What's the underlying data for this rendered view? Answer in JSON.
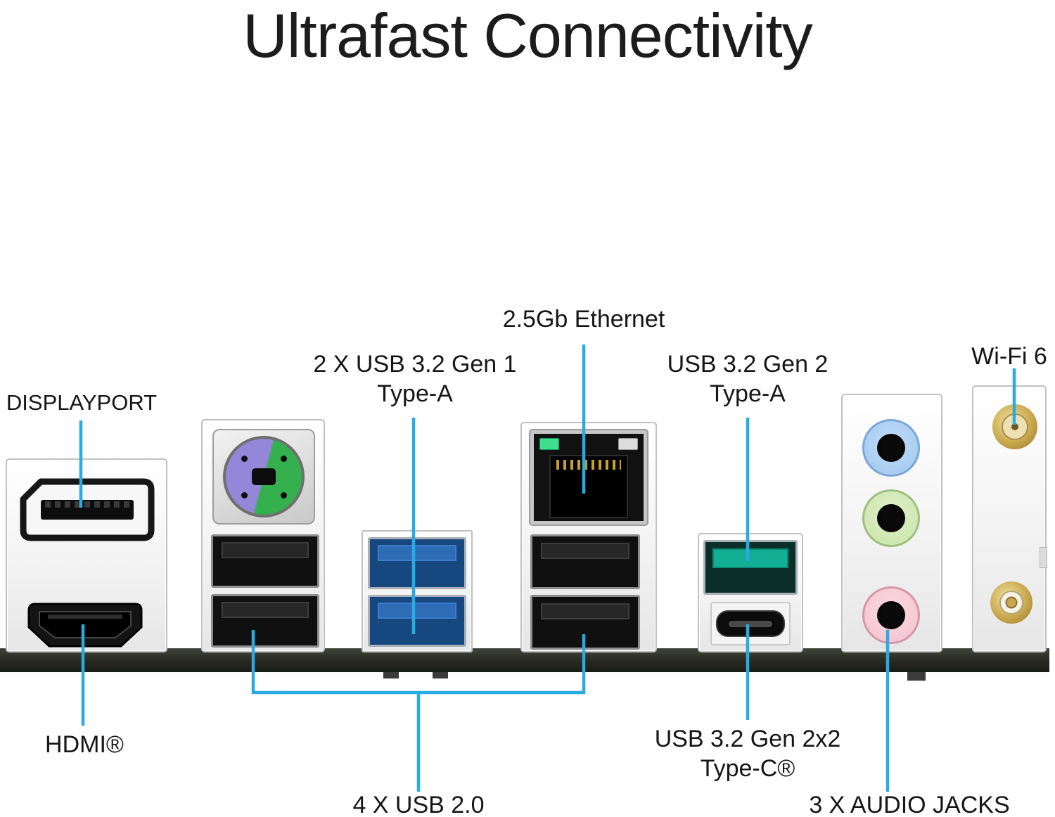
{
  "title": "Ultrafast Connectivity",
  "accent_color": "#29abe2",
  "callouts": {
    "displayport": {
      "label": "DISPLAYPORT"
    },
    "hdmi": {
      "label": "HDMI®"
    },
    "usb32_gen1": {
      "line1": "2 X USB 3.2 Gen 1",
      "line2": "Type-A"
    },
    "ethernet": {
      "label": "2.5Gb Ethernet"
    },
    "usb32_gen2": {
      "line1": "USB 3.2 Gen 2",
      "line2": "Type-A"
    },
    "wifi": {
      "label": "Wi-Fi 6"
    },
    "usb32_gen2x2": {
      "line1": "USB 3.2 Gen 2x2",
      "line2": "Type-C®"
    },
    "usb20": {
      "label": "4 X USB 2.0"
    },
    "audio": {
      "label": "3 X AUDIO JACKS"
    }
  },
  "ports": {
    "colors": {
      "usb3_blue": "#2e6cb5",
      "usb_teal": "#12af94",
      "ps2_purple": "#9486d8",
      "ps2_green": "#35b04e",
      "audio_line_in": "#a9cef2",
      "audio_line_out": "#cfe7b2",
      "audio_mic": "#f6c9d4",
      "wifi_gold": "#c9a84e",
      "ethernet_led": "#3ede8e"
    }
  }
}
